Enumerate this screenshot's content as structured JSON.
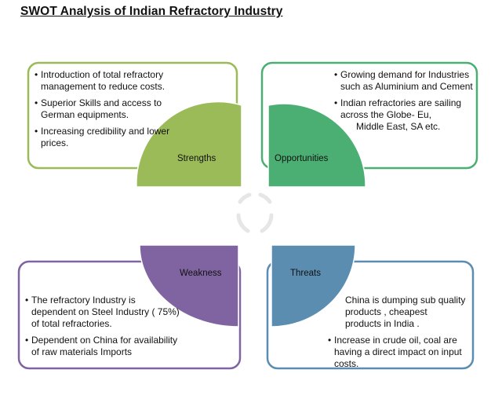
{
  "title": "SWOT Analysis of Indian Refractory Industry",
  "colors": {
    "strengths": "#9BBB59",
    "opportunities": "#4BAF73",
    "weakness": "#8064A2",
    "threats": "#5B8DB0",
    "center_ring": "#E6E6E6"
  },
  "strengths": {
    "label": "Strengths",
    "bullets": [
      "Introduction of total refractory management to reduce costs.",
      "Superior Skills and access to German equipments.",
      "Increasing credibility and lower prices."
    ]
  },
  "opportunities": {
    "label": "Opportunities",
    "bullets": [
      "Growing demand for Industries such as Aluminium and Cement",
      "Indian refractories are sailing across the Globe- Eu,",
      "Middle East, SA etc."
    ]
  },
  "weakness": {
    "label": "Weakness",
    "bullets": [
      "The refractory Industry is dependent on  Steel Industry ( 75%) of total refractories.",
      "Dependent on China for availability of raw materials Imports"
    ]
  },
  "threats": {
    "label": "Threats",
    "bullets": [
      "China is dumping sub quality products , cheapest products in India .",
      "Increase in crude oil, coal are having a direct impact on  input costs."
    ]
  }
}
